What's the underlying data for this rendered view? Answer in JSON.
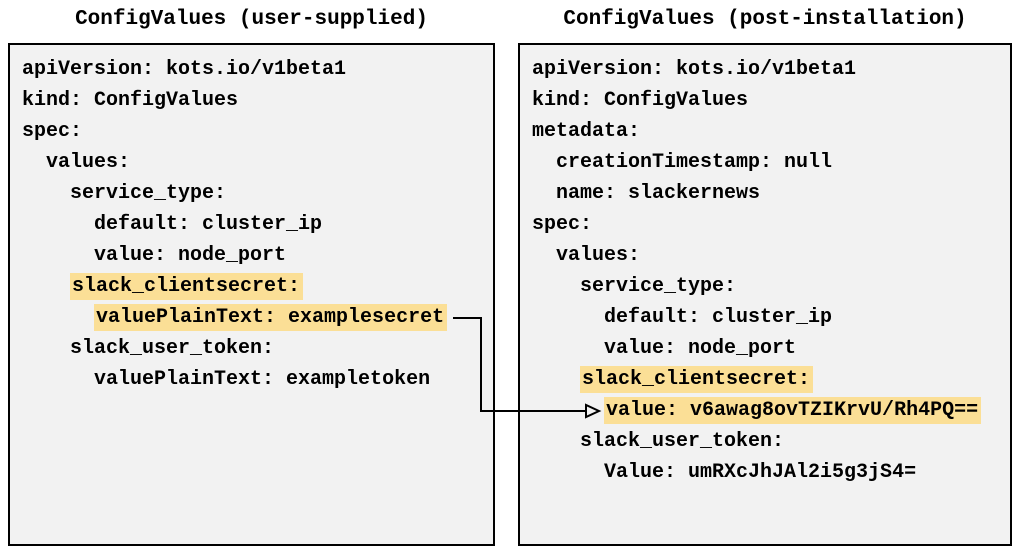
{
  "colors": {
    "highlight": "#FBDF96",
    "box_background": "#F2F2F2",
    "box_border": "#000000",
    "text": "#000000",
    "arrow": "#000000"
  },
  "panels": [
    {
      "title": "ConfigValues (user-supplied)",
      "lines": [
        {
          "text": "apiVersion: kots.io/v1beta1",
          "highlight": false
        },
        {
          "text": "kind: ConfigValues",
          "highlight": false
        },
        {
          "text": "spec:",
          "highlight": false
        },
        {
          "text": "  values:",
          "highlight": false
        },
        {
          "text": "    service_type:",
          "highlight": false
        },
        {
          "text": "      default: cluster_ip",
          "highlight": false
        },
        {
          "text": "      value: node_port",
          "highlight": false
        },
        {
          "text": "    slack_clientsecret:",
          "highlight": true
        },
        {
          "text": "      valuePlainText: examplesecret",
          "highlight": true,
          "arrow": "source"
        },
        {
          "text": "    slack_user_token:",
          "highlight": false
        },
        {
          "text": "      valuePlainText: exampletoken",
          "highlight": false
        }
      ]
    },
    {
      "title": "ConfigValues (post-installation)",
      "lines": [
        {
          "text": "apiVersion: kots.io/v1beta1",
          "highlight": false
        },
        {
          "text": "kind: ConfigValues",
          "highlight": false
        },
        {
          "text": "metadata:",
          "highlight": false
        },
        {
          "text": "  creationTimestamp: null",
          "highlight": false
        },
        {
          "text": "  name: slackernews",
          "highlight": false
        },
        {
          "text": "spec:",
          "highlight": false
        },
        {
          "text": "  values:",
          "highlight": false
        },
        {
          "text": "    service_type:",
          "highlight": false
        },
        {
          "text": "      default: cluster_ip",
          "highlight": false
        },
        {
          "text": "      value: node_port",
          "highlight": false
        },
        {
          "text": "    slack_clientsecret:",
          "highlight": true
        },
        {
          "text": "      value: v6awag8ovTZIKrvU/Rh4PQ==",
          "highlight": true,
          "arrow": "target"
        },
        {
          "text": "    slack_user_token:",
          "highlight": false
        },
        {
          "text": "      Value: umRXcJhJAl2i5g3jS4=",
          "highlight": false
        }
      ]
    }
  ],
  "arrow": {
    "source_panel": 0,
    "source_line": 8,
    "target_panel": 1,
    "target_line": 11
  }
}
